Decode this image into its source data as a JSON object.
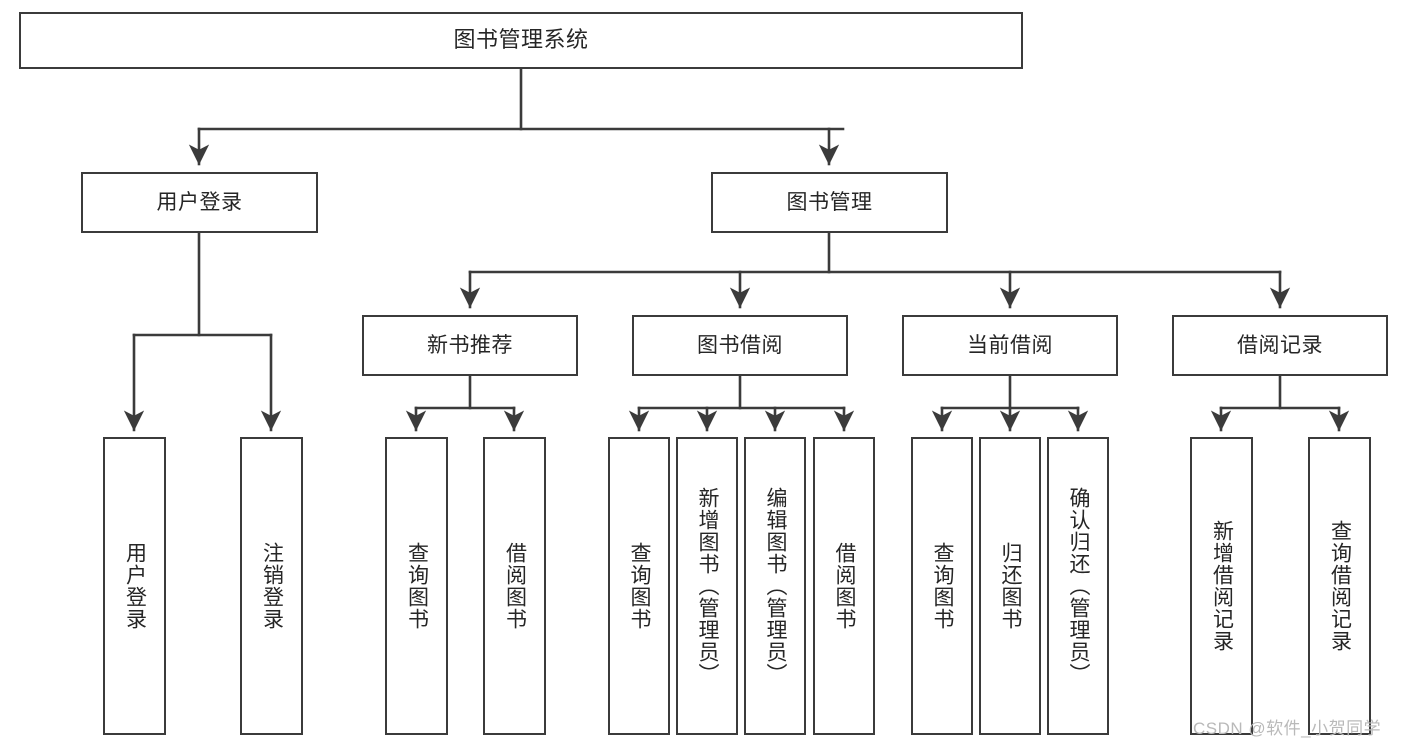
{
  "diagram": {
    "title": "图书管理系统",
    "type": "hierarchy-tree",
    "line_color": "#3b3b3b",
    "box_fill": "#ffffff",
    "text_color": "#262626"
  },
  "nodes": {
    "root": {
      "label": "图书管理系统"
    },
    "level2": [
      {
        "label": "用户登录"
      },
      {
        "label": "图书管理"
      }
    ],
    "level3": [
      {
        "label": "新书推荐"
      },
      {
        "label": "图书借阅"
      },
      {
        "label": "当前借阅"
      },
      {
        "label": "借阅记录"
      }
    ],
    "leaves_user_login": [
      {
        "label": "用户登录"
      },
      {
        "label": "注销登录"
      }
    ],
    "leaves_new_book": [
      {
        "label": "查询图书"
      },
      {
        "label": "借阅图书"
      }
    ],
    "leaves_borrow": [
      {
        "label": "查询图书"
      },
      {
        "label": "新增图书（管理员）"
      },
      {
        "label": "编辑图书（管理员）"
      },
      {
        "label": "借阅图书"
      }
    ],
    "leaves_current": [
      {
        "label": "查询图书"
      },
      {
        "label": "归还图书"
      },
      {
        "label": "确认归还（管理员）"
      }
    ],
    "leaves_records": [
      {
        "label": "新增借阅记录"
      },
      {
        "label": "查询借阅记录"
      }
    ]
  },
  "watermark": {
    "text": "CSDN @软件_小贺同学"
  }
}
